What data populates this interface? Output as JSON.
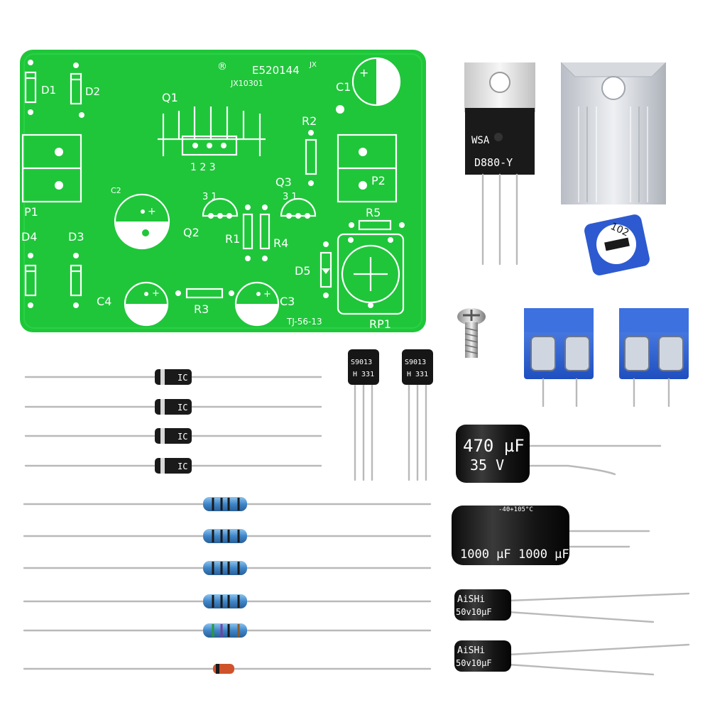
{
  "pcb": {
    "ul_mark": "®",
    "ul_number": "E520144",
    "ul_suffix": "JX",
    "board_code": "JX10301",
    "model": "TJ-56-13",
    "labels": {
      "d1": "D1",
      "d2": "D2",
      "d3": "D3",
      "d4": "D4",
      "d5": "D5",
      "q1": "Q1",
      "q2": "Q2",
      "q3": "Q3",
      "c1": "C1",
      "c2": "C2",
      "c3": "C3",
      "c4": "C4",
      "r1": "R1",
      "r2": "R2",
      "r3": "R3",
      "r4": "R4",
      "r5": "R5",
      "p1": "P1",
      "p2": "P2",
      "rp1": "RP1",
      "q1_pins": "1 2 3",
      "q2_pins": "3 1",
      "q3_pins": "3 1",
      "plus": "+"
    }
  },
  "transistor_large": {
    "brand": "WSA",
    "part": "D880-Y"
  },
  "potentiometer": {
    "code": "102"
  },
  "small_transistors": [
    {
      "part": "S9013",
      "code": "H 331"
    },
    {
      "part": "S9013",
      "code": "H 331"
    }
  ],
  "diodes": [
    {
      "mark": "IC"
    },
    {
      "mark": "IC"
    },
    {
      "mark": "IC"
    },
    {
      "mark": "IC"
    }
  ],
  "capacitor_470": {
    "value": "470 µF",
    "voltage": "35  V"
  },
  "capacitor_1000": {
    "value_a": "1000 µF",
    "value_b": "1000 µF",
    "temp": "-40+105°C"
  },
  "capacitors_10": [
    {
      "brand": "AiSHi",
      "value": "50v10µF"
    },
    {
      "brand": "AiSHi",
      "value": "50v10µF"
    }
  ],
  "colors": {
    "pcb_green": "#1fc63a",
    "silkscreen": "#ffffff",
    "terminal_blue": "#2a64d8",
    "resistor_blue": "#4d9ad8",
    "component_black": "#151515",
    "heatsink": "#c9cdd3"
  }
}
